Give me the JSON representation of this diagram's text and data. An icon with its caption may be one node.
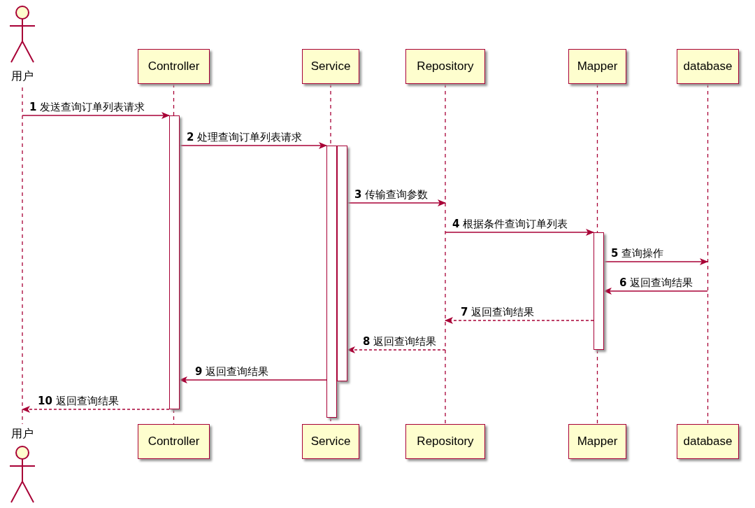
{
  "diagram": {
    "nodes": [
      {
        "text": [
          "用户"
        ]
      },
      {
        "text": [
          "Controller"
        ]
      },
      {
        "text": [
          "Service"
        ]
      },
      {
        "text": [
          "Repository"
        ]
      },
      {
        "text": [
          "Mapper"
        ]
      },
      {
        "text": [
          "database"
        ]
      },
      {
        "text": [],
        "shape": "bar"
      },
      {
        "text": [],
        "shape": "bar"
      },
      {
        "text": [],
        "shape": "bar"
      },
      {
        "text": [],
        "shape": "bar"
      },
      {
        "text": [
          "用户"
        ]
      },
      {
        "text": [
          "Controller"
        ]
      },
      {
        "text": [
          "Service"
        ]
      },
      {
        "text": [
          "Repository"
        ]
      },
      {
        "text": [
          "Mapper"
        ]
      },
      {
        "text": [
          "database"
        ]
      }
    ],
    "edges": [
      {
        "from": 0,
        "to": 10,
        "arrow": "none",
        "style": "dashed"
      },
      {
        "from": 1,
        "to": 6,
        "arrow": "none",
        "style": "dashed"
      },
      {
        "from": 6,
        "to": 11,
        "arrow": "none",
        "style": "dashed"
      },
      {
        "from": 2,
        "to": 7,
        "arrow": "none",
        "style": "dashed"
      },
      {
        "from": 7,
        "to": 12,
        "arrow": "none",
        "style": "dashed"
      },
      {
        "from": 3,
        "to": 13,
        "arrow": "none",
        "style": "dashed"
      },
      {
        "from": 4,
        "to": 9,
        "arrow": "none",
        "style": "dashed"
      },
      {
        "from": 9,
        "to": 14,
        "arrow": "none",
        "style": "dashed"
      },
      {
        "from": 5,
        "to": 15,
        "arrow": "none",
        "style": "dashed"
      },
      {
        "from": null,
        "to": 6,
        "arrow": "to",
        "label": "**1** 发送查询订单列表请求"
      },
      {
        "from": 6,
        "to": 7,
        "arrow": "to",
        "label": "**2** 处理查询订单列表请求"
      },
      {
        "from": 8,
        "to": null,
        "arrow": "to",
        "label": "**3** 传输查询参数"
      },
      {
        "from": null,
        "to": 9,
        "arrow": "to",
        "label": "**4** 根据条件查询订单列表"
      },
      {
        "from": 9,
        "to": null,
        "arrow": "to",
        "label": "**5** 查询操作"
      },
      {
        "from": null,
        "to": 9,
        "arrow": "to",
        "label": "**6** 返回查询结果"
      },
      {
        "from": 9,
        "to": null,
        "arrow": "to",
        "label": "**7** 返回查询结果",
        "style": "dashed"
      },
      {
        "from": null,
        "to": 8,
        "arrow": "to",
        "label": "**8** 返回查询结果",
        "style": "dashed"
      },
      {
        "from": 7,
        "to": 6,
        "arrow": "to",
        "label": "**9** 返回查询结果"
      },
      {
        "from": 6,
        "to": 10,
        "arrow": "to",
        "label": "**10** 返回查询结果",
        "style": "dashed"
      }
    ]
  }
}
